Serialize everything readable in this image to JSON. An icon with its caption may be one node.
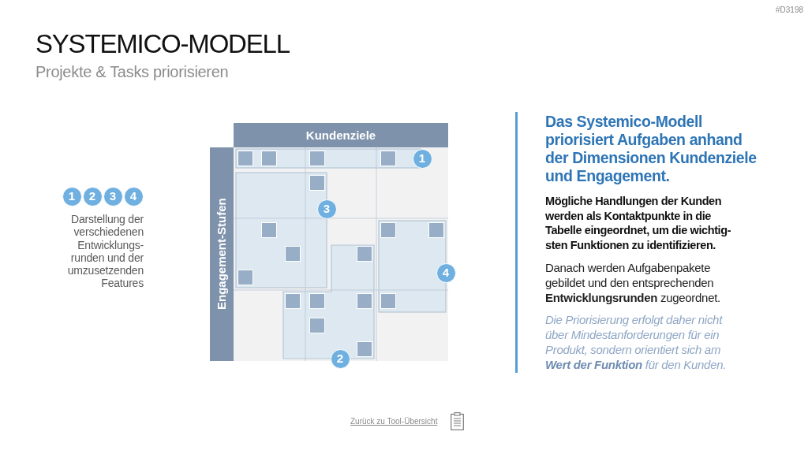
{
  "diagram": {
    "title": "SYSTEMICO-MODELL",
    "nodes": [
      {
        "text": [
          "1"
        ]
      },
      {
        "text": [
          "2"
        ]
      },
      {
        "text": [
          "3"
        ]
      },
      {
        "text": [
          "4"
        ]
      },
      {
        "text": [
          "Kundenziele"
        ]
      },
      {
        "text": [
          "Engagement-Stufen"
        ]
      },
      {
        "text": [
          "1"
        ]
      },
      {
        "text": [
          "3"
        ]
      },
      {
        "text": [
          "4"
        ]
      },
      {
        "text": [
          "2"
        ]
      }
    ],
    "labels": [
      "#D3198",
      "Projekte & Tasks priorisieren",
      "Darstellung der verschiedenen Entwicklungs-runden und der umzusetzenden Features",
      "Das Systemico-Modell priorisiert Aufgaben anhand der Dimensionen Kundenziele und Engagement.",
      "Mögliche Handlungen der Kunden werden als Kontaktpunkte in die Tabelle eingeordnet, um die wichtig-sten Funktionen zu identifizieren.",
      "Danach werden Aufgabenpakete gebildet und den entsprechenden **Entwicklungsrunden** zugeordnet.",
      "Die Priorisierung erfolgt daher nicht über Mindestanforderungen für ein Produkt, sondern orientiert sich am **Wert der Funktion** für den Kunden.",
      "Zurück zu Tool-Übersicht"
    ]
  }
}
